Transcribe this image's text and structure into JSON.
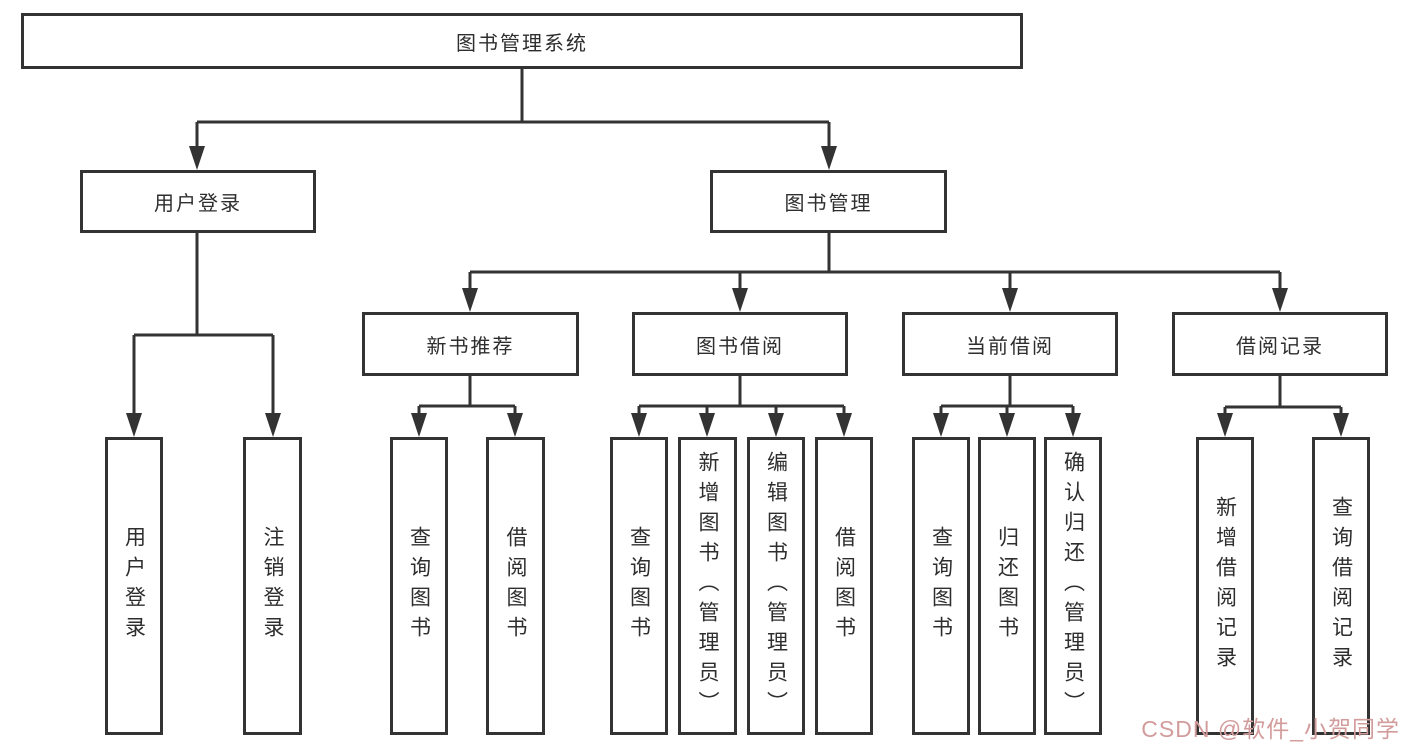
{
  "colors": {
    "line": "#333333",
    "text": "#2e2e2e",
    "watermark": "#d39c9c"
  },
  "nodes": {
    "root": "图书管理系统",
    "l2": [
      "用户登录",
      "图书管理"
    ],
    "l3": [
      "新书推荐",
      "图书借阅",
      "当前借阅",
      "借阅记录"
    ],
    "leaves_user_login": [
      "用户登录",
      "注销登录"
    ],
    "leaves_new_book": [
      "查询图书",
      "借阅图书"
    ],
    "leaves_book_borrow": [
      "查询图书",
      "新增图书（管理员）",
      "编辑图书（管理员）",
      "借阅图书"
    ],
    "leaves_current_borrow": [
      "查询图书",
      "归还图书",
      "确认归还（管理员）"
    ],
    "leaves_borrow_records": [
      "新增借阅记录",
      "查询借阅记录"
    ]
  },
  "watermark": {
    "text": "CSDN @软件_小贺同学"
  }
}
